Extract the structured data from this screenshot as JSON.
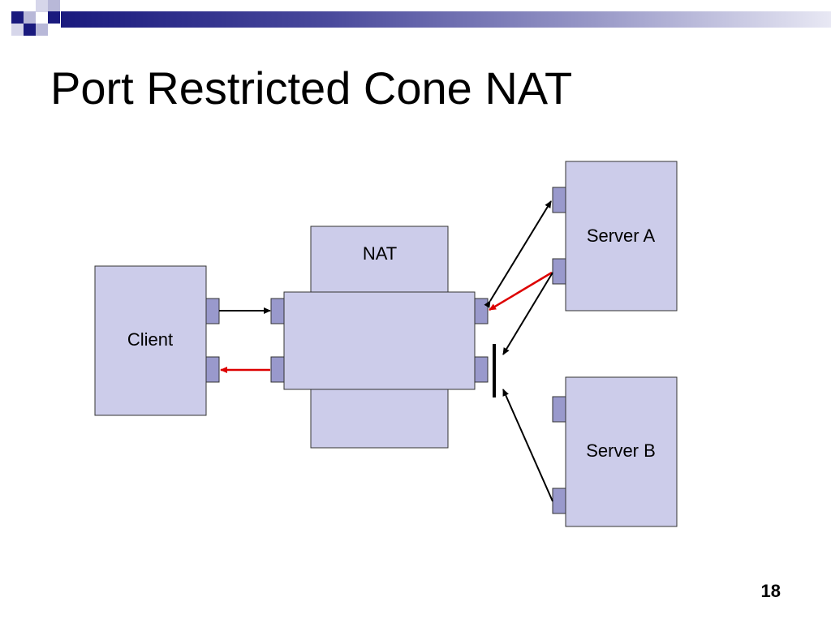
{
  "slide": {
    "title": "Port Restricted Cone NAT",
    "page_number": "18"
  },
  "diagram": {
    "nodes": {
      "client": "Client",
      "nat": "NAT",
      "server_a": "Server A",
      "server_b": "Server B"
    },
    "colors": {
      "box_fill": "#ccccea",
      "port_fill": "#9999cc",
      "outline": "#333333",
      "arrow": "#000000",
      "reply_arrow": "#dd0000",
      "header_dark": "#1a1a7e",
      "header_light": "#e8e8f4"
    },
    "blocked": true
  }
}
